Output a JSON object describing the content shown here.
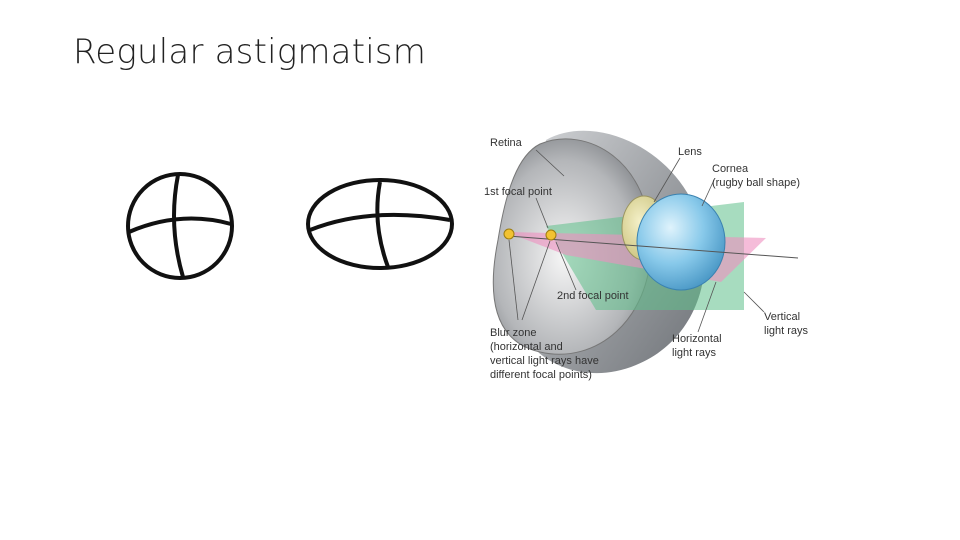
{
  "slide": {
    "title": "Regular astigmatism"
  },
  "diagram": {
    "labels": {
      "retina": "Retina",
      "lens": "Lens",
      "cornea_line1": "Cornea",
      "cornea_line2": "(rugby ball shape)",
      "first_focal": "1st focal point",
      "second_focal": "2nd focal point",
      "blur_line1": "Blur zone",
      "blur_line2": "(horizontal and",
      "blur_line3": "vertical light rays have",
      "blur_line4": "different  focal points)",
      "horizontal_line1": "Horizontal",
      "horizontal_line2": "light rays",
      "vertical_line1": "Vertical",
      "vertical_line2": "light rays"
    }
  },
  "colors": {
    "sketch_stroke": "#111111",
    "green_plane": "#5fc08a",
    "pink_plane": "#ee90c0",
    "cornea_blue": "#7fc3e8",
    "lens_yellow": "#e2dc9a",
    "focal_dot": "#f2c232"
  }
}
